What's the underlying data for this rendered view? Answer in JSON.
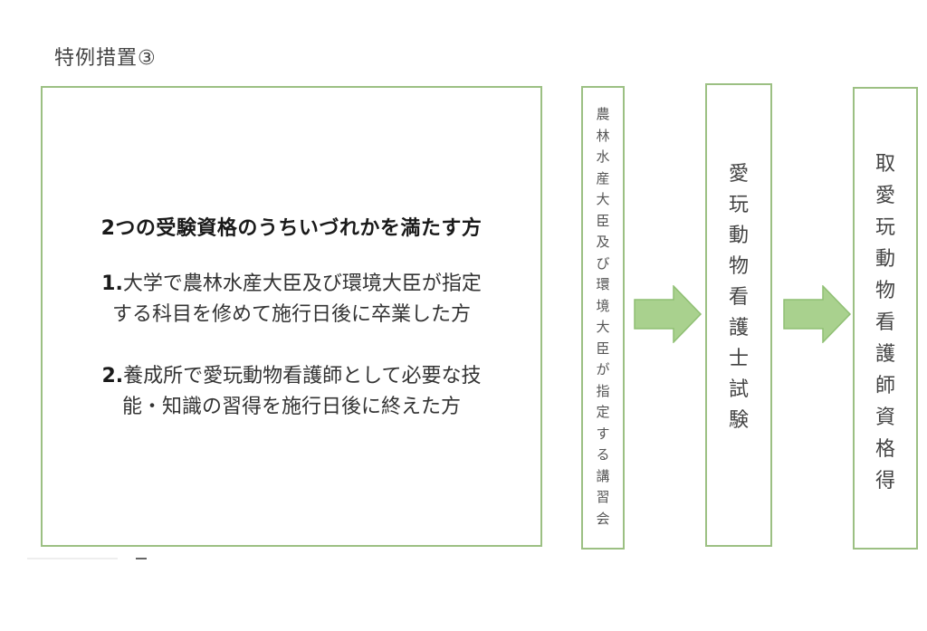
{
  "title": "特例措置③",
  "main_box": {
    "heading": "2つの受験資格のうちいづれかを満たす方",
    "items": [
      {
        "number": "1.",
        "line1": "大学で農林水産大臣及び環境大臣が指定",
        "line2": "する科目を修めて施行日後に卒業した方"
      },
      {
        "number": "2.",
        "line1": "養成所で愛玩動物看護師として必要な技",
        "line2": "能・知識の習得を施行日後に終えた方"
      }
    ]
  },
  "course_box": {
    "text": "農林水産大臣及び環境大臣が指定する講習会",
    "chars": [
      "農",
      "林",
      "水",
      "産",
      "大",
      "臣",
      "及",
      "び",
      "環",
      "境",
      "大",
      "臣",
      "が",
      "指",
      "定",
      "す",
      "る",
      "講",
      "習",
      "会"
    ]
  },
  "exam_box": {
    "text": "愛玩動物看護士試験",
    "chars": [
      "愛",
      "玩",
      "動",
      "物",
      "看",
      "護",
      "士",
      "試",
      "験"
    ]
  },
  "final_box": {
    "text": "取愛玩動物看護師資格得",
    "chars": [
      "取",
      "愛",
      "玩",
      "動",
      "物",
      "看",
      "護",
      "師",
      "資",
      "格",
      "得"
    ]
  },
  "arrows": [
    {
      "icon": "right-arrow-icon",
      "from": "course_box",
      "to": "exam_box"
    },
    {
      "icon": "right-arrow-icon",
      "from": "exam_box",
      "to": "final_box"
    }
  ],
  "colors": {
    "border": "#9cc083",
    "arrow_fill": "#a9d18e",
    "arrow_stroke": "#8fbf73"
  }
}
